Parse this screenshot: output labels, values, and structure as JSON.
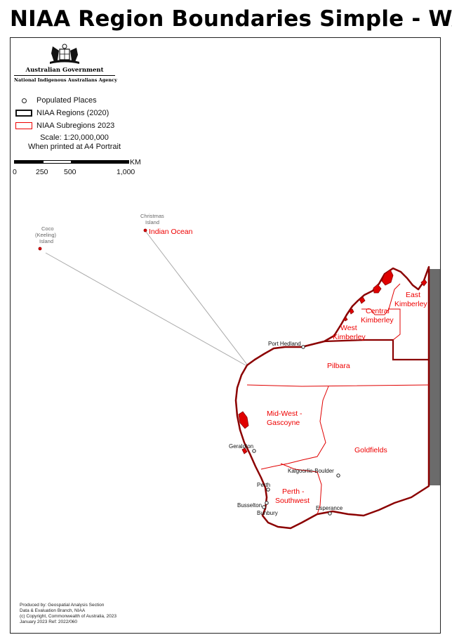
{
  "title": "NIAA Region Boundaries Simple - WA",
  "agency": {
    "government": "Australian Government",
    "name": "National Indigenous Australians Agency"
  },
  "legend": {
    "items": [
      {
        "label": "Populated Places",
        "symbol": "dot"
      },
      {
        "label": "NIAA Regions (2020)",
        "symbol": "black-box"
      },
      {
        "label": "NIAA Subregions 2023",
        "symbol": "red-box"
      }
    ]
  },
  "scale": {
    "text": "Scale: 1:20,000,000",
    "note": "When printed at A4 Portrait",
    "unit": "KM",
    "ticks": [
      "0",
      "250",
      "500",
      "1,000"
    ]
  },
  "map": {
    "subregions": [
      "East Kimberley",
      "Central Kimberley",
      "West Kimberley",
      "Pilbara",
      "Mid-West - Gascoyne",
      "Goldfields",
      "Perth - Southwest"
    ],
    "places": [
      "Port Hedland",
      "Geraldton",
      "Kalgoorlie-Boulder",
      "Perth",
      "Busselton",
      "Bunbury",
      "Esperance"
    ],
    "islands": [
      "Christmas Island",
      "Coco (Keeling) Island"
    ],
    "ocean": "Indian Ocean",
    "colors": {
      "subregion": "#e00000",
      "region": "#8b0000",
      "land_fill": "#ffffff",
      "neighbour": "#666666"
    }
  },
  "credits": [
    "Produced by: Geospatial Analysis Section",
    "Data & Evaluation Branch, NIAA",
    "(c) Copyright, Commonwealth of Australia, 2023",
    "January 2023 Ref: 2022/060"
  ]
}
